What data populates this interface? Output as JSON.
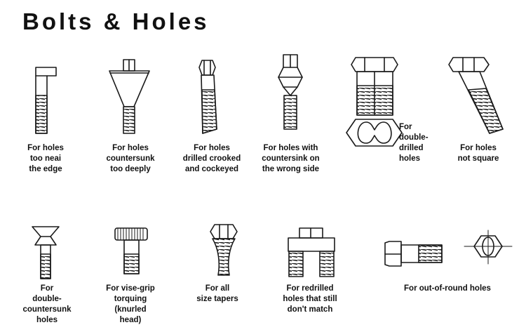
{
  "title": "Bolts & Holes",
  "items": [
    {
      "caption": "For holes\ntoo neai\nthe edge",
      "icon": "edge-bolt-icon"
    },
    {
      "caption": "For holes\ncountersunk\ntoo deeply",
      "icon": "deep-countersunk-bolt-icon"
    },
    {
      "caption": "For holes\ndrilled crooked\nand cockeyed",
      "icon": "crooked-bolt-icon"
    },
    {
      "caption": "For holes with\ncountersink on\nthe wrong side",
      "icon": "wrong-side-countersink-bolt-icon"
    },
    {
      "caption": "For\ndouble-\ndrilled\nholes",
      "icon": "double-drilled-bolt-icon"
    },
    {
      "caption": "For holes\nnot square",
      "icon": "slanted-bolt-icon"
    },
    {
      "caption": "For\ndouble-\ncountersunk\nholes",
      "icon": "double-countersunk-bolt-icon"
    },
    {
      "caption": "For vise-grip\ntorquing\n(knurled\nhead)",
      "icon": "knurled-head-bolt-icon"
    },
    {
      "caption": "For all\nsize tapers",
      "icon": "tapered-bolt-icon"
    },
    {
      "caption": "For redrilled\nholes that still\ndon't match",
      "icon": "split-shank-bolt-icon"
    },
    {
      "caption": "For out-of-round holes",
      "icon": "out-of-round-bolt-icon"
    }
  ]
}
